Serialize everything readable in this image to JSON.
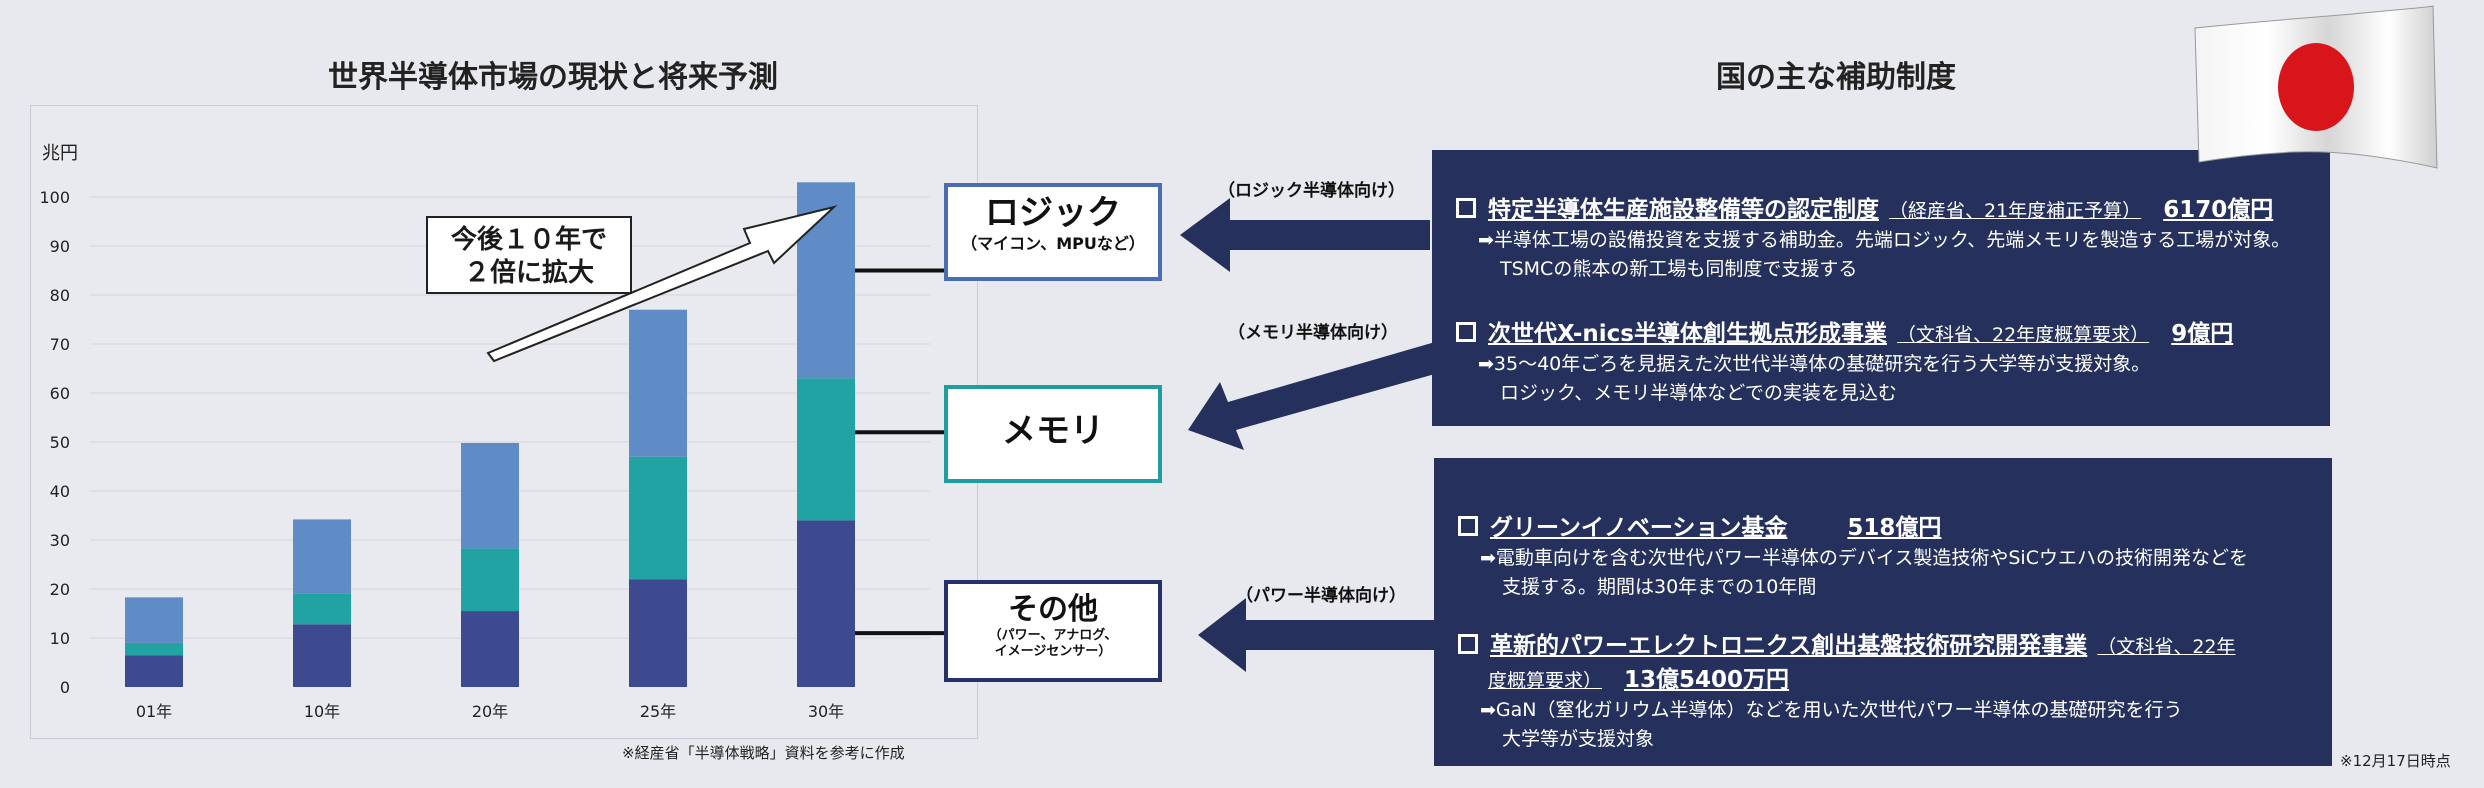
{
  "left_title": "世界半導体市場の現状と将来予測",
  "right_title": "国の主な補助制度",
  "chart_data": {
    "type": "bar",
    "stacked": true,
    "categories": [
      "01年",
      "10年",
      "20年",
      "25年",
      "30年"
    ],
    "series": [
      {
        "name": "その他",
        "color": "#3e4a8f",
        "values": [
          6.5,
          12.8,
          15.5,
          22,
          34
        ]
      },
      {
        "name": "メモリ",
        "color": "#21a3a4",
        "values": [
          2.5,
          6.2,
          12.8,
          25,
          29
        ]
      },
      {
        "name": "ロジック",
        "color": "#5f8bc6",
        "values": [
          9.3,
          15.2,
          21.5,
          30,
          40
        ]
      }
    ],
    "ylabel": "兆円",
    "ylim": [
      0,
      100
    ],
    "yticks": [
      0,
      10,
      20,
      30,
      40,
      50,
      60,
      70,
      80,
      90,
      100
    ],
    "grid": true,
    "annotation": [
      "今後１０年で",
      "２倍に拡大"
    ]
  },
  "source_note": "※経産省「半導体戦略」資料を参考に作成",
  "date_note": "※12月17日時点",
  "categories_boxes": {
    "logic": {
      "label": "ロジック",
      "sub": "（マイコン、MPUなど）",
      "color": "#4b6db4"
    },
    "memory": {
      "label": "メモリ",
      "color": "#1f9ea0"
    },
    "other": {
      "label": "その他",
      "sub1": "（パワー、アナログ、",
      "sub2": "イメージセンサー）",
      "color": "#26316a"
    }
  },
  "arrow_labels": {
    "logic": "（ロジック半導体向け）",
    "memory": "（メモリ半導体向け）",
    "power": "（パワー半導体向け）"
  },
  "programs": [
    {
      "name": "特定半導体生産施設整備等の認定制度",
      "meta": "（経産省、21年度補正予算）",
      "amount": "6170億円",
      "desc": [
        "➡半導体工場の設備投資を支援する補助金。先端ロジック、先端メモリを製造する工場が対象。",
        "TSMCの熊本の新工場も同制度で支援する"
      ]
    },
    {
      "name": "次世代X-nics半導体創生拠点形成事業",
      "meta": "（文科省、22年度概算要求）",
      "amount": "9億円",
      "desc": [
        "➡35～40年ごろを見据えた次世代半導体の基礎研究を行う大学等が支援対象。",
        "ロジック、メモリ半導体などでの実装を見込む"
      ]
    },
    {
      "name": "グリーンイノベーション基金",
      "meta": "",
      "amount": "518億円",
      "desc": [
        "➡電動車向けを含む次世代パワー半導体のデバイス製造技術やSiCウエハの技術開発などを",
        "支援する。期間は30年までの10年間"
      ]
    },
    {
      "name": "革新的パワーエレクトロニクス創出基盤技術研究開発事業",
      "meta": "（文科省、22年",
      "meta2": "度概算要求）",
      "amount": "13億5400万円",
      "desc": [
        "➡GaN（窒化ガリウム半導体）などを用いた次世代パワー半導体の基礎研究を行う",
        "大学等が支援対象"
      ]
    }
  ]
}
